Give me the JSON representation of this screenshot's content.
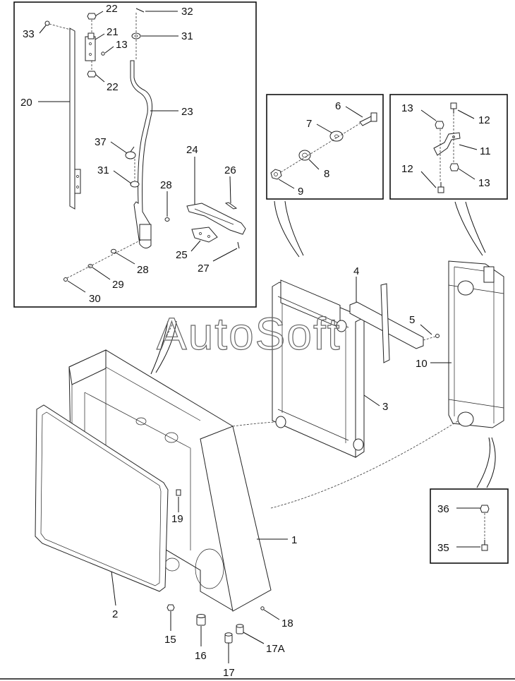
{
  "watermark": "AutoSoft",
  "labels": [
    {
      "id": "l22a",
      "text": "22"
    },
    {
      "id": "l32",
      "text": "32"
    },
    {
      "id": "l33",
      "text": "33"
    },
    {
      "id": "l21",
      "text": "21"
    },
    {
      "id": "l13a",
      "text": "13"
    },
    {
      "id": "l31a",
      "text": "31"
    },
    {
      "id": "l22b",
      "text": "22"
    },
    {
      "id": "l20",
      "text": "20"
    },
    {
      "id": "l23",
      "text": "23"
    },
    {
      "id": "l37",
      "text": "37"
    },
    {
      "id": "l24",
      "text": "24"
    },
    {
      "id": "l31b",
      "text": "31"
    },
    {
      "id": "l26",
      "text": "26"
    },
    {
      "id": "l28a",
      "text": "28"
    },
    {
      "id": "l25",
      "text": "25"
    },
    {
      "id": "l27",
      "text": "27"
    },
    {
      "id": "l28b",
      "text": "28"
    },
    {
      "id": "l29",
      "text": "29"
    },
    {
      "id": "l30",
      "text": "30"
    },
    {
      "id": "l6",
      "text": "6"
    },
    {
      "id": "l7",
      "text": "7"
    },
    {
      "id": "l8",
      "text": "8"
    },
    {
      "id": "l9",
      "text": "9"
    },
    {
      "id": "l13b",
      "text": "13"
    },
    {
      "id": "l12a",
      "text": "12"
    },
    {
      "id": "l11",
      "text": "11"
    },
    {
      "id": "l12b",
      "text": "12"
    },
    {
      "id": "l13c",
      "text": "13"
    },
    {
      "id": "l4",
      "text": "4"
    },
    {
      "id": "l5",
      "text": "5"
    },
    {
      "id": "l10",
      "text": "10"
    },
    {
      "id": "l3",
      "text": "3"
    },
    {
      "id": "l19",
      "text": "19"
    },
    {
      "id": "l1",
      "text": "1"
    },
    {
      "id": "l36",
      "text": "36"
    },
    {
      "id": "l35",
      "text": "35"
    },
    {
      "id": "l2",
      "text": "2"
    },
    {
      "id": "l18",
      "text": "18"
    },
    {
      "id": "l15",
      "text": "15"
    },
    {
      "id": "l16",
      "text": "16"
    },
    {
      "id": "l17a",
      "text": "17A"
    },
    {
      "id": "l17",
      "text": "17"
    }
  ]
}
